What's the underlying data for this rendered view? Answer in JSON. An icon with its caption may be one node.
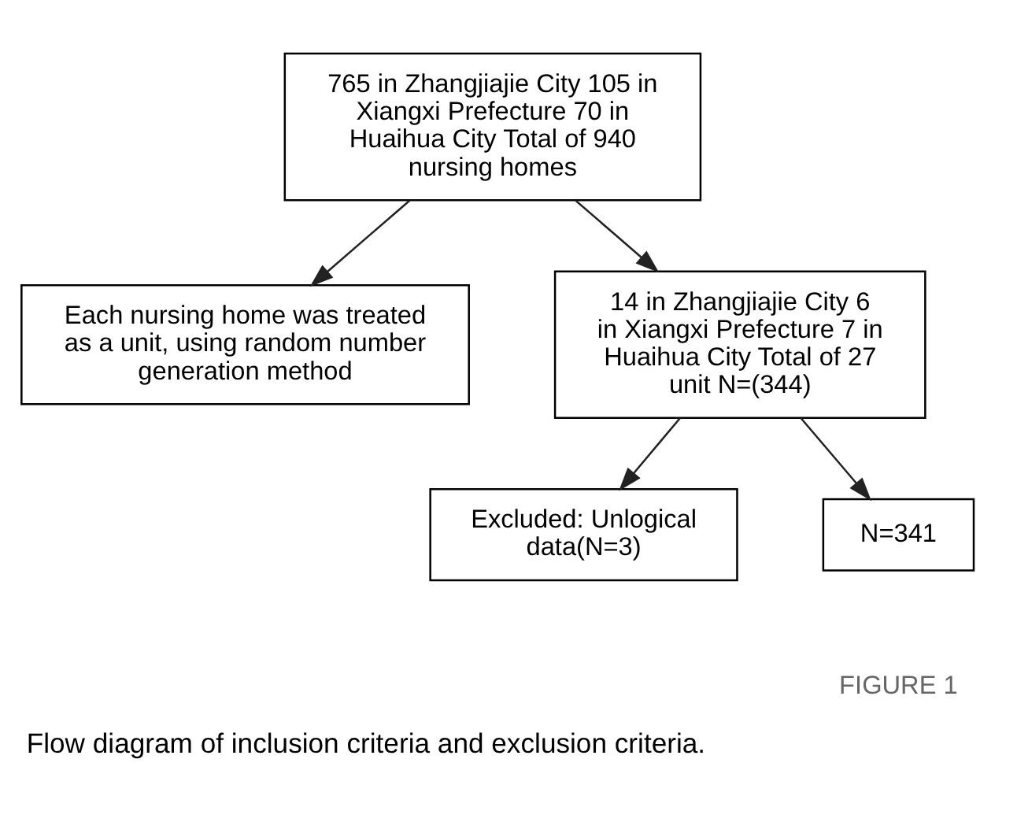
{
  "diagram": {
    "caption": "Flow diagram of inclusion criteria and exclusion criteria.",
    "nodes": [
      {
        "text": [
          "765 in Zhangjiajie City 105 in Xiangxi Prefecture 70 in Huaihua City Total of 940 nursing homes"
        ]
      },
      {
        "text": [
          "Each nursing home was treated as a unit, using random number generation method"
        ]
      },
      {
        "text": [
          "14 in Zhangjiajie City 6 in Xiangxi Prefecture 7 in Huaihua City Total of 27 unit N=(344)"
        ]
      },
      {
        "text": [
          "Excluded: Unlogical data(N=3)"
        ]
      },
      {
        "text": [
          "N=341"
        ]
      }
    ],
    "edges": [
      {
        "from": 0,
        "to": 2,
        "arrow": "to"
      },
      {
        "from": 0,
        "to": 1,
        "arrow": "to"
      },
      {
        "from": 2,
        "to": 4,
        "arrow": "to"
      },
      {
        "from": 2,
        "to": 3,
        "arrow": "to"
      }
    ],
    "labels": [
      "FIGURE 1"
    ]
  }
}
